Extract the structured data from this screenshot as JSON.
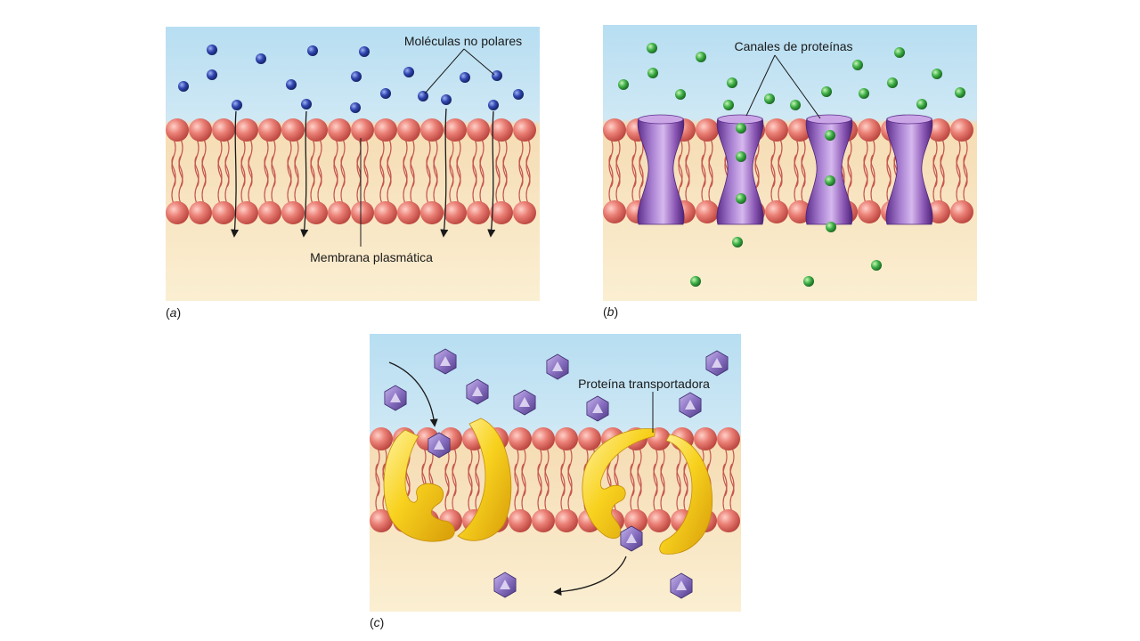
{
  "panels": {
    "a": {
      "caption_letter": "a",
      "label_top": "Moléculas no polares",
      "label_bottom": "Membrana plasmática"
    },
    "b": {
      "caption_letter": "b",
      "label_top": "Canales de proteínas"
    },
    "c": {
      "caption_letter": "c",
      "label_carrier": "Proteína transportadora"
    }
  },
  "colors": {
    "extracellular": "#bfe3f3",
    "cytoplasm": "#f8e6c4",
    "phospholipid_head": "#e4716a",
    "phospholipid_tail": "#c8504a",
    "nonpolar_molecule": "#2b3b9a",
    "channel_molecule": "#3aa843",
    "channel_protein": "#8e5bb7",
    "carrier_protein": "#f5cc1b",
    "transported_molecule": "#7d64b0"
  }
}
